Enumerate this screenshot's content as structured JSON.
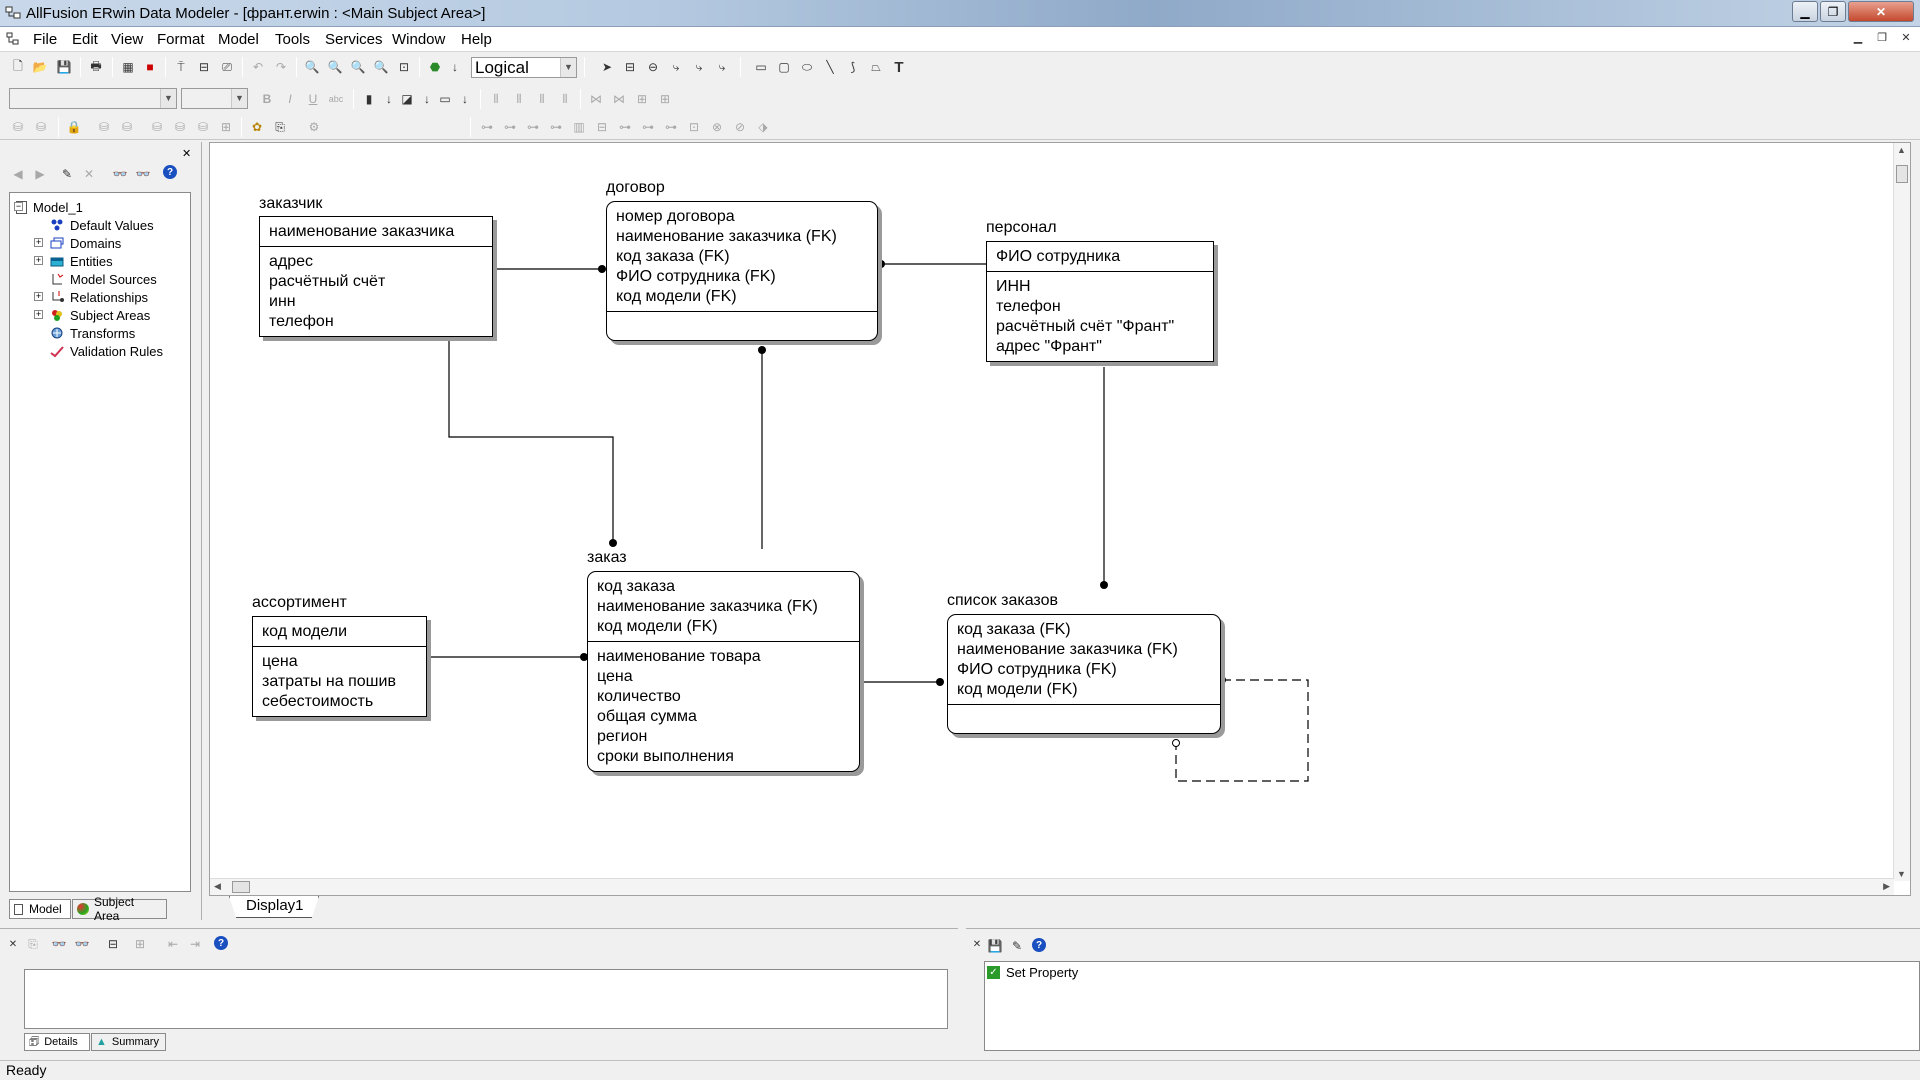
{
  "window": {
    "title": "AllFusion ERwin Data Modeler - [франт.erwin : <Main Subject Area>]"
  },
  "menu": [
    "File",
    "Edit",
    "View",
    "Format",
    "Model",
    "Tools",
    "Services",
    "Window",
    "Help"
  ],
  "toolbar": {
    "view_mode": "Logical"
  },
  "model_tree": {
    "root": "Model_1",
    "items": [
      {
        "label": "Default Values",
        "icon": "default-values-icon",
        "expandable": false
      },
      {
        "label": "Domains",
        "icon": "domains-icon",
        "expandable": true
      },
      {
        "label": "Entities",
        "icon": "entities-icon",
        "expandable": true
      },
      {
        "label": "Model Sources",
        "icon": "model-sources-icon",
        "expandable": false
      },
      {
        "label": "Relationships",
        "icon": "relationships-icon",
        "expandable": true
      },
      {
        "label": "Subject Areas",
        "icon": "subject-areas-icon",
        "expandable": true
      },
      {
        "label": "Transforms",
        "icon": "transforms-icon",
        "expandable": false
      },
      {
        "label": "Validation Rules",
        "icon": "validation-rules-icon",
        "expandable": false
      }
    ],
    "tabs": [
      "Model",
      "Subject Area"
    ]
  },
  "diagram": {
    "tab": "Display1",
    "entities": {
      "customer": {
        "name": "заказчик",
        "keys": [
          "наименование заказчика"
        ],
        "attributes": [
          "адрес",
          "расчётный счёт",
          "инн",
          "телефон"
        ]
      },
      "contract": {
        "name": "договор",
        "keys": [
          "номер договора",
          "наименование заказчика (FK)",
          "код заказа (FK)",
          "ФИО сотрудника (FK)",
          "код модели (FK)"
        ],
        "attributes": []
      },
      "staff": {
        "name": "персонал",
        "keys": [
          "ФИО сотрудника"
        ],
        "attributes": [
          "ИНН",
          "телефон",
          "расчётный счёт \"Франт\"",
          "адрес \"Франт\""
        ]
      },
      "assortment": {
        "name": "ассортимент",
        "keys": [
          "код модели"
        ],
        "attributes": [
          "цена",
          "затраты на пошив",
          "себестоимость"
        ]
      },
      "order": {
        "name": "заказ",
        "keys": [
          "код заказа",
          "наименование заказчика (FK)",
          "код модели (FK)"
        ],
        "attributes": [
          "наименование товара",
          "цена",
          "количество",
          "общая сумма",
          "регион",
          "сроки выполнения"
        ]
      },
      "order_list": {
        "name": "список заказов",
        "keys": [
          "код заказа (FK)",
          "наименование заказчика (FK)",
          "ФИО сотрудника (FK)",
          "код модели (FK)"
        ],
        "attributes": []
      }
    }
  },
  "bottom": {
    "left_tabs": [
      "Details",
      "Summary"
    ],
    "right_items": [
      "Set Property"
    ]
  },
  "status": "Ready"
}
